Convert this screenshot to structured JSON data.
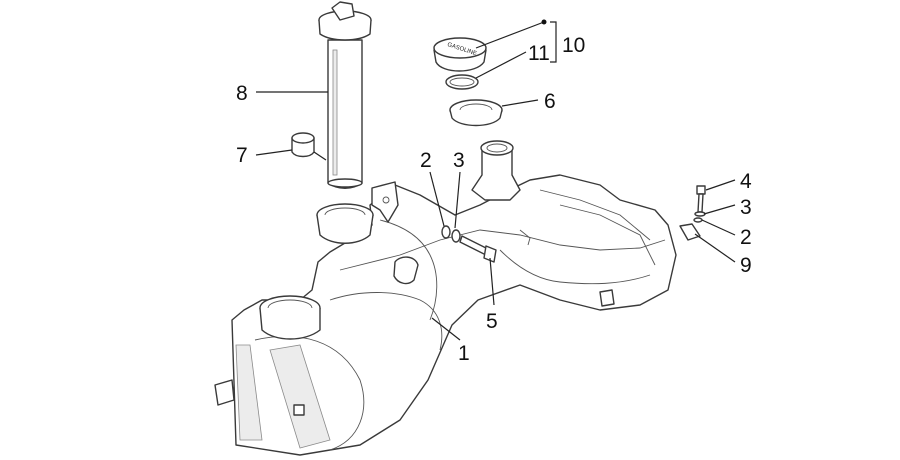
{
  "diagram": {
    "callouts": [
      {
        "id": "c1",
        "label": "1"
      },
      {
        "id": "c2a",
        "label": "2"
      },
      {
        "id": "c2b",
        "label": "2"
      },
      {
        "id": "c3a",
        "label": "3"
      },
      {
        "id": "c3b",
        "label": "3"
      },
      {
        "id": "c4",
        "label": "4"
      },
      {
        "id": "c5",
        "label": "5"
      },
      {
        "id": "c6",
        "label": "6"
      },
      {
        "id": "c7",
        "label": "7"
      },
      {
        "id": "c8",
        "label": "8"
      },
      {
        "id": "c9",
        "label": "9"
      },
      {
        "id": "c10",
        "label": "10"
      },
      {
        "id": "c11",
        "label": "11"
      }
    ],
    "cap_marking": "GASOLINE",
    "colors": {
      "line": "#3a3a3a",
      "shade": "#ececec",
      "background": "#ffffff"
    }
  }
}
